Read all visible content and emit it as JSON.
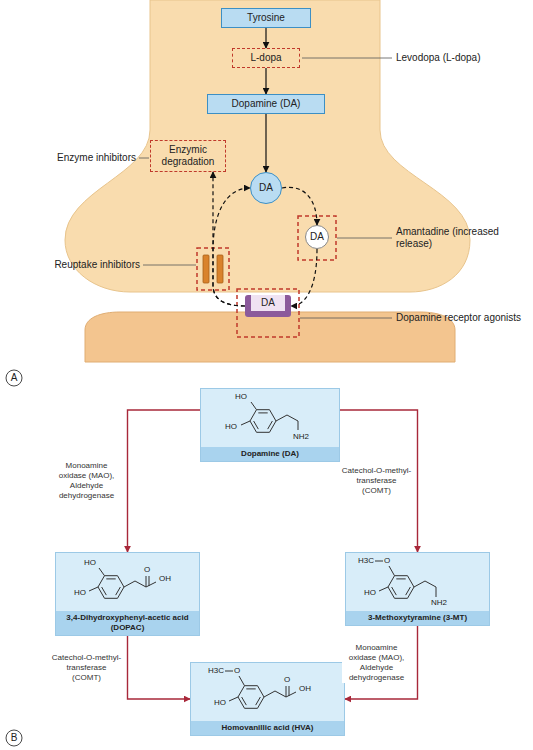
{
  "diagram": {
    "nodes": [
      {
        "text": [
          "Tyrosine"
        ]
      },
      {
        "text": [
          "L-dopa"
        ]
      },
      {
        "text": [
          "Dopamine (DA)"
        ]
      },
      {
        "text": [
          "Enzymic degradation"
        ]
      },
      {
        "text": [
          "DA"
        ]
      },
      {
        "text": [
          "DA"
        ]
      },
      {
        "text": [
          "DA"
        ]
      },
      {
        "text": [
          "HO",
          "HO",
          "NH2",
          "Dopamine (DA)"
        ]
      },
      {
        "text": [
          "HO",
          "O",
          "OH",
          "HO",
          "3,4-Dihydroxyphenyl-acetic acid (DOPAC)"
        ]
      },
      {
        "text": [
          "H3C",
          "O",
          "HO",
          "NH2",
          "3-Methoxytyramine (3-MT)"
        ]
      },
      {
        "text": [
          "H3C",
          "O",
          "O",
          "OH",
          "HO",
          "Homovanillic acid (HVA)"
        ]
      }
    ],
    "edges": [
      {
        "from": 0,
        "to": 1,
        "arrow": "to"
      },
      {
        "from": 1,
        "to": 2,
        "arrow": "to"
      },
      {
        "from": 2,
        "to": 4,
        "arrow": "to"
      },
      {
        "from": 4,
        "to": 5,
        "arrow": "to"
      },
      {
        "from": 5,
        "to": 6,
        "arrow": "to"
      },
      {
        "from": 6,
        "to": 4,
        "arrow": "to"
      },
      {
        "from": 6,
        "to": 3,
        "arrow": "to"
      },
      {
        "from": 7,
        "to": 8,
        "label": "Monoamine oxidase (MAO), Aldehyde dehydrogenase",
        "arrow": "to"
      },
      {
        "from": 7,
        "to": 9,
        "label": "Catechol-O-methyl-transferase (COMT)",
        "arrow": "to"
      },
      {
        "from": 8,
        "to": 10,
        "label": "Catechol-O-methyl-transferase (COMT)",
        "arrow": "to"
      },
      {
        "from": 9,
        "to": 10,
        "label": "Monoamine oxidase (MAO), Aldehyde dehydrogenase",
        "arrow": "to"
      }
    ],
    "labels": [
      "Levodopa (L-dopa)",
      "Enzyme inhibitors",
      "Reuptake inhibitors",
      "Amantadine (increased release)",
      "Dopamine receptor agonists",
      "A",
      "B"
    ]
  }
}
